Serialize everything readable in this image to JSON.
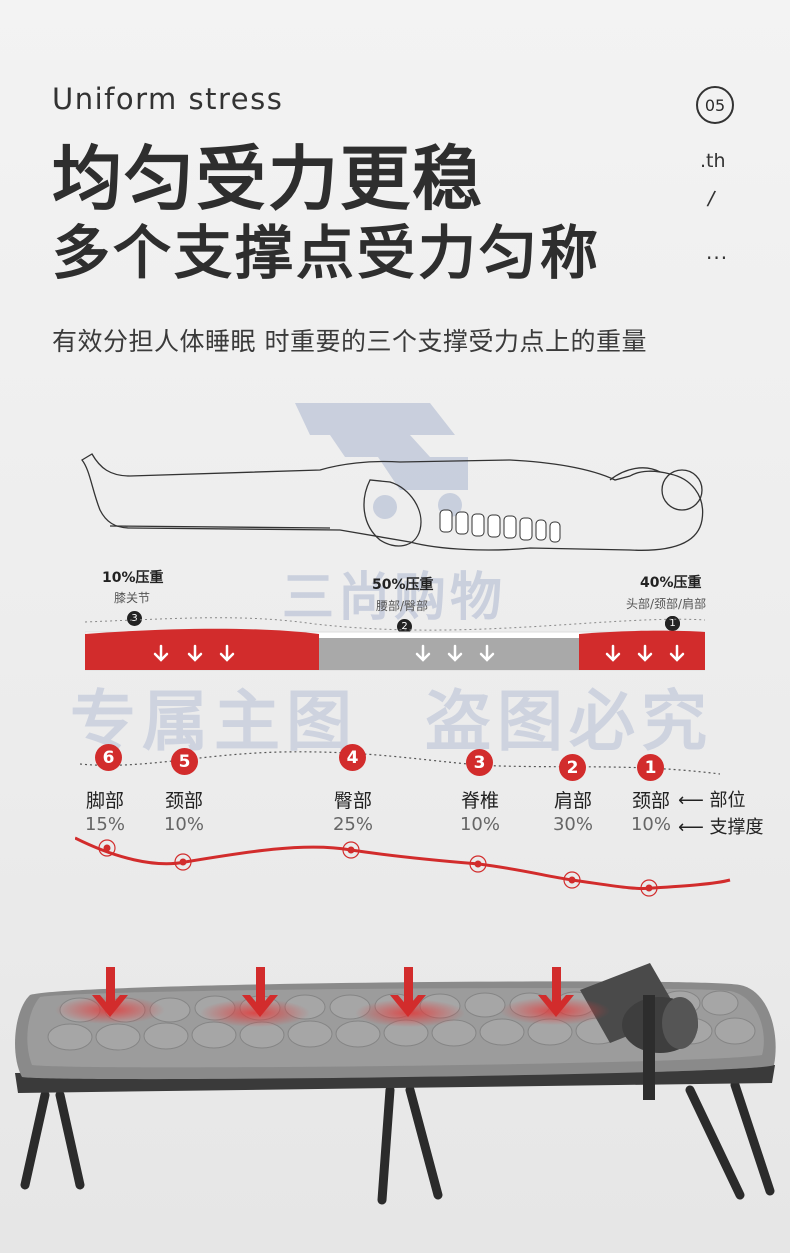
{
  "header": {
    "english_title": "Uniform stress",
    "section_number": "05",
    "suffix": ".th",
    "slash": "/",
    "ellipsis": "...",
    "headline": "均匀受力更稳",
    "subheadline": "多个支撑点受力匀称",
    "description": "有效分担人体睡眠 时重要的三个支撑受力点上的重量"
  },
  "watermark": {
    "brand": "三尚购物",
    "left_text": "专属主图",
    "right_text": "盗图必究"
  },
  "zones": [
    {
      "number": "3",
      "percent": "10%压重",
      "parts": "膝关节"
    },
    {
      "number": "2",
      "percent": "50%压重",
      "parts": "腰部/臀部"
    },
    {
      "number": "1",
      "percent": "40%压重",
      "parts": "头部/颈部/肩部"
    }
  ],
  "points": [
    {
      "number": "6",
      "name": "脚部",
      "percent": "15%"
    },
    {
      "number": "5",
      "name": "颈部",
      "percent": "10%"
    },
    {
      "number": "4",
      "name": "臀部",
      "percent": "25%"
    },
    {
      "number": "3",
      "name": "脊椎",
      "percent": "10%"
    },
    {
      "number": "2",
      "name": "肩部",
      "percent": "30%"
    },
    {
      "number": "1",
      "name": "颈部",
      "percent": "10%"
    }
  ],
  "legend": {
    "arrow": "⟵",
    "part_label": "部位",
    "support_label": "支撑度"
  },
  "colors": {
    "accent_red": "#d22c2c",
    "zone_gray": "#a9a9a9",
    "text_dark": "#2e2e2e"
  }
}
